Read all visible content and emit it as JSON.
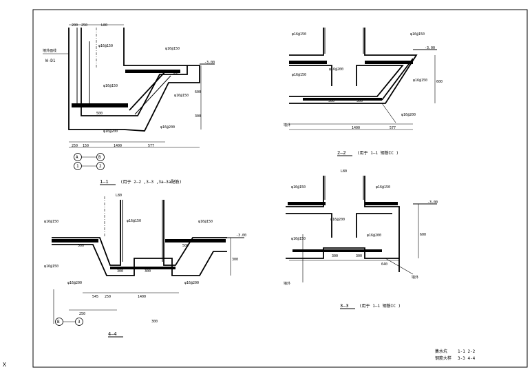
{
  "drawing": {
    "mark_bottom_left": "X",
    "title_block": {
      "line1": "集水坑",
      "line1_value": "1-1 2-2",
      "line2": "钢筋大样",
      "line2_value": "3-3 4-4"
    }
  },
  "section_1": {
    "title": "1—1",
    "note": "(用于 2—2 ,3—3 ,3a—3a配筋)",
    "labels": {
      "top_width": "L80",
      "dim_200": "200",
      "dim_250": "250",
      "edge_label": "墙外面线",
      "edge_label2": "W-D1",
      "rebar_a": "φ16@150",
      "rebar_b": "φ16@150",
      "rebar_c": "φ16@150",
      "rebar_d": "φ16@150",
      "rebar_e": "φ16@200",
      "rebar_f": "φ16@200",
      "level": "-3.00",
      "dim_500": "500",
      "dim_600": "600",
      "dim_300": "300",
      "dim_577": "577",
      "dim_1400": "1400",
      "dim_250b": "250",
      "dim_150": "150",
      "dim_mid": "300"
    },
    "axis_refs": [
      "A",
      "B",
      "1",
      "2"
    ]
  },
  "section_2": {
    "title": "2—2",
    "note": "(用于 1—1 钢筋IC )",
    "labels": {
      "rebar_a": "φ16@150",
      "rebar_b": "φ16@150",
      "rebar_c": "φ16@200",
      "rebar_d": "φ16@200",
      "rebar_e": "φ16@150",
      "rebar_f": "φ16@150",
      "level": "-3.00",
      "dim_300a": "300",
      "dim_300b": "300",
      "dim_600": "600",
      "dim_1400": "1400",
      "dim_577": "577",
      "side_label": "墙外"
    }
  },
  "section_3": {
    "title": "3—3",
    "note": "(用于 1—1 钢筋IC )",
    "labels": {
      "top_width": "L80",
      "rebar_a": "φ16@150",
      "rebar_b": "φ16@200",
      "rebar_c": "φ16@200",
      "rebar_d": "φ16@150",
      "rebar_e": "φ16@150",
      "level": "-3.00",
      "dim_600": "600",
      "dim_300a": "300",
      "dim_300b": "300",
      "dim_640": "640",
      "side_left": "墙外",
      "side_right": "墙外"
    }
  },
  "section_4": {
    "title": "4—4",
    "note": "300",
    "labels": {
      "top_width": "L80",
      "rebar_a": "φ16@150",
      "rebar_b": "φ16@150",
      "rebar_c": "φ16@150",
      "rebar_d": "φ16@150",
      "rebar_e": "φ16@200",
      "rebar_f": "φ16@200",
      "level": "-3.00",
      "dim_500a": "500",
      "dim_500b": "500",
      "dim_300a": "300",
      "dim_300b": "300",
      "dim_300c": "300",
      "dim_1400": "1400",
      "dim_545": "545",
      "dim_250": "250",
      "dim_250b": "250"
    },
    "axis_refs": [
      "B",
      "3"
    ]
  }
}
